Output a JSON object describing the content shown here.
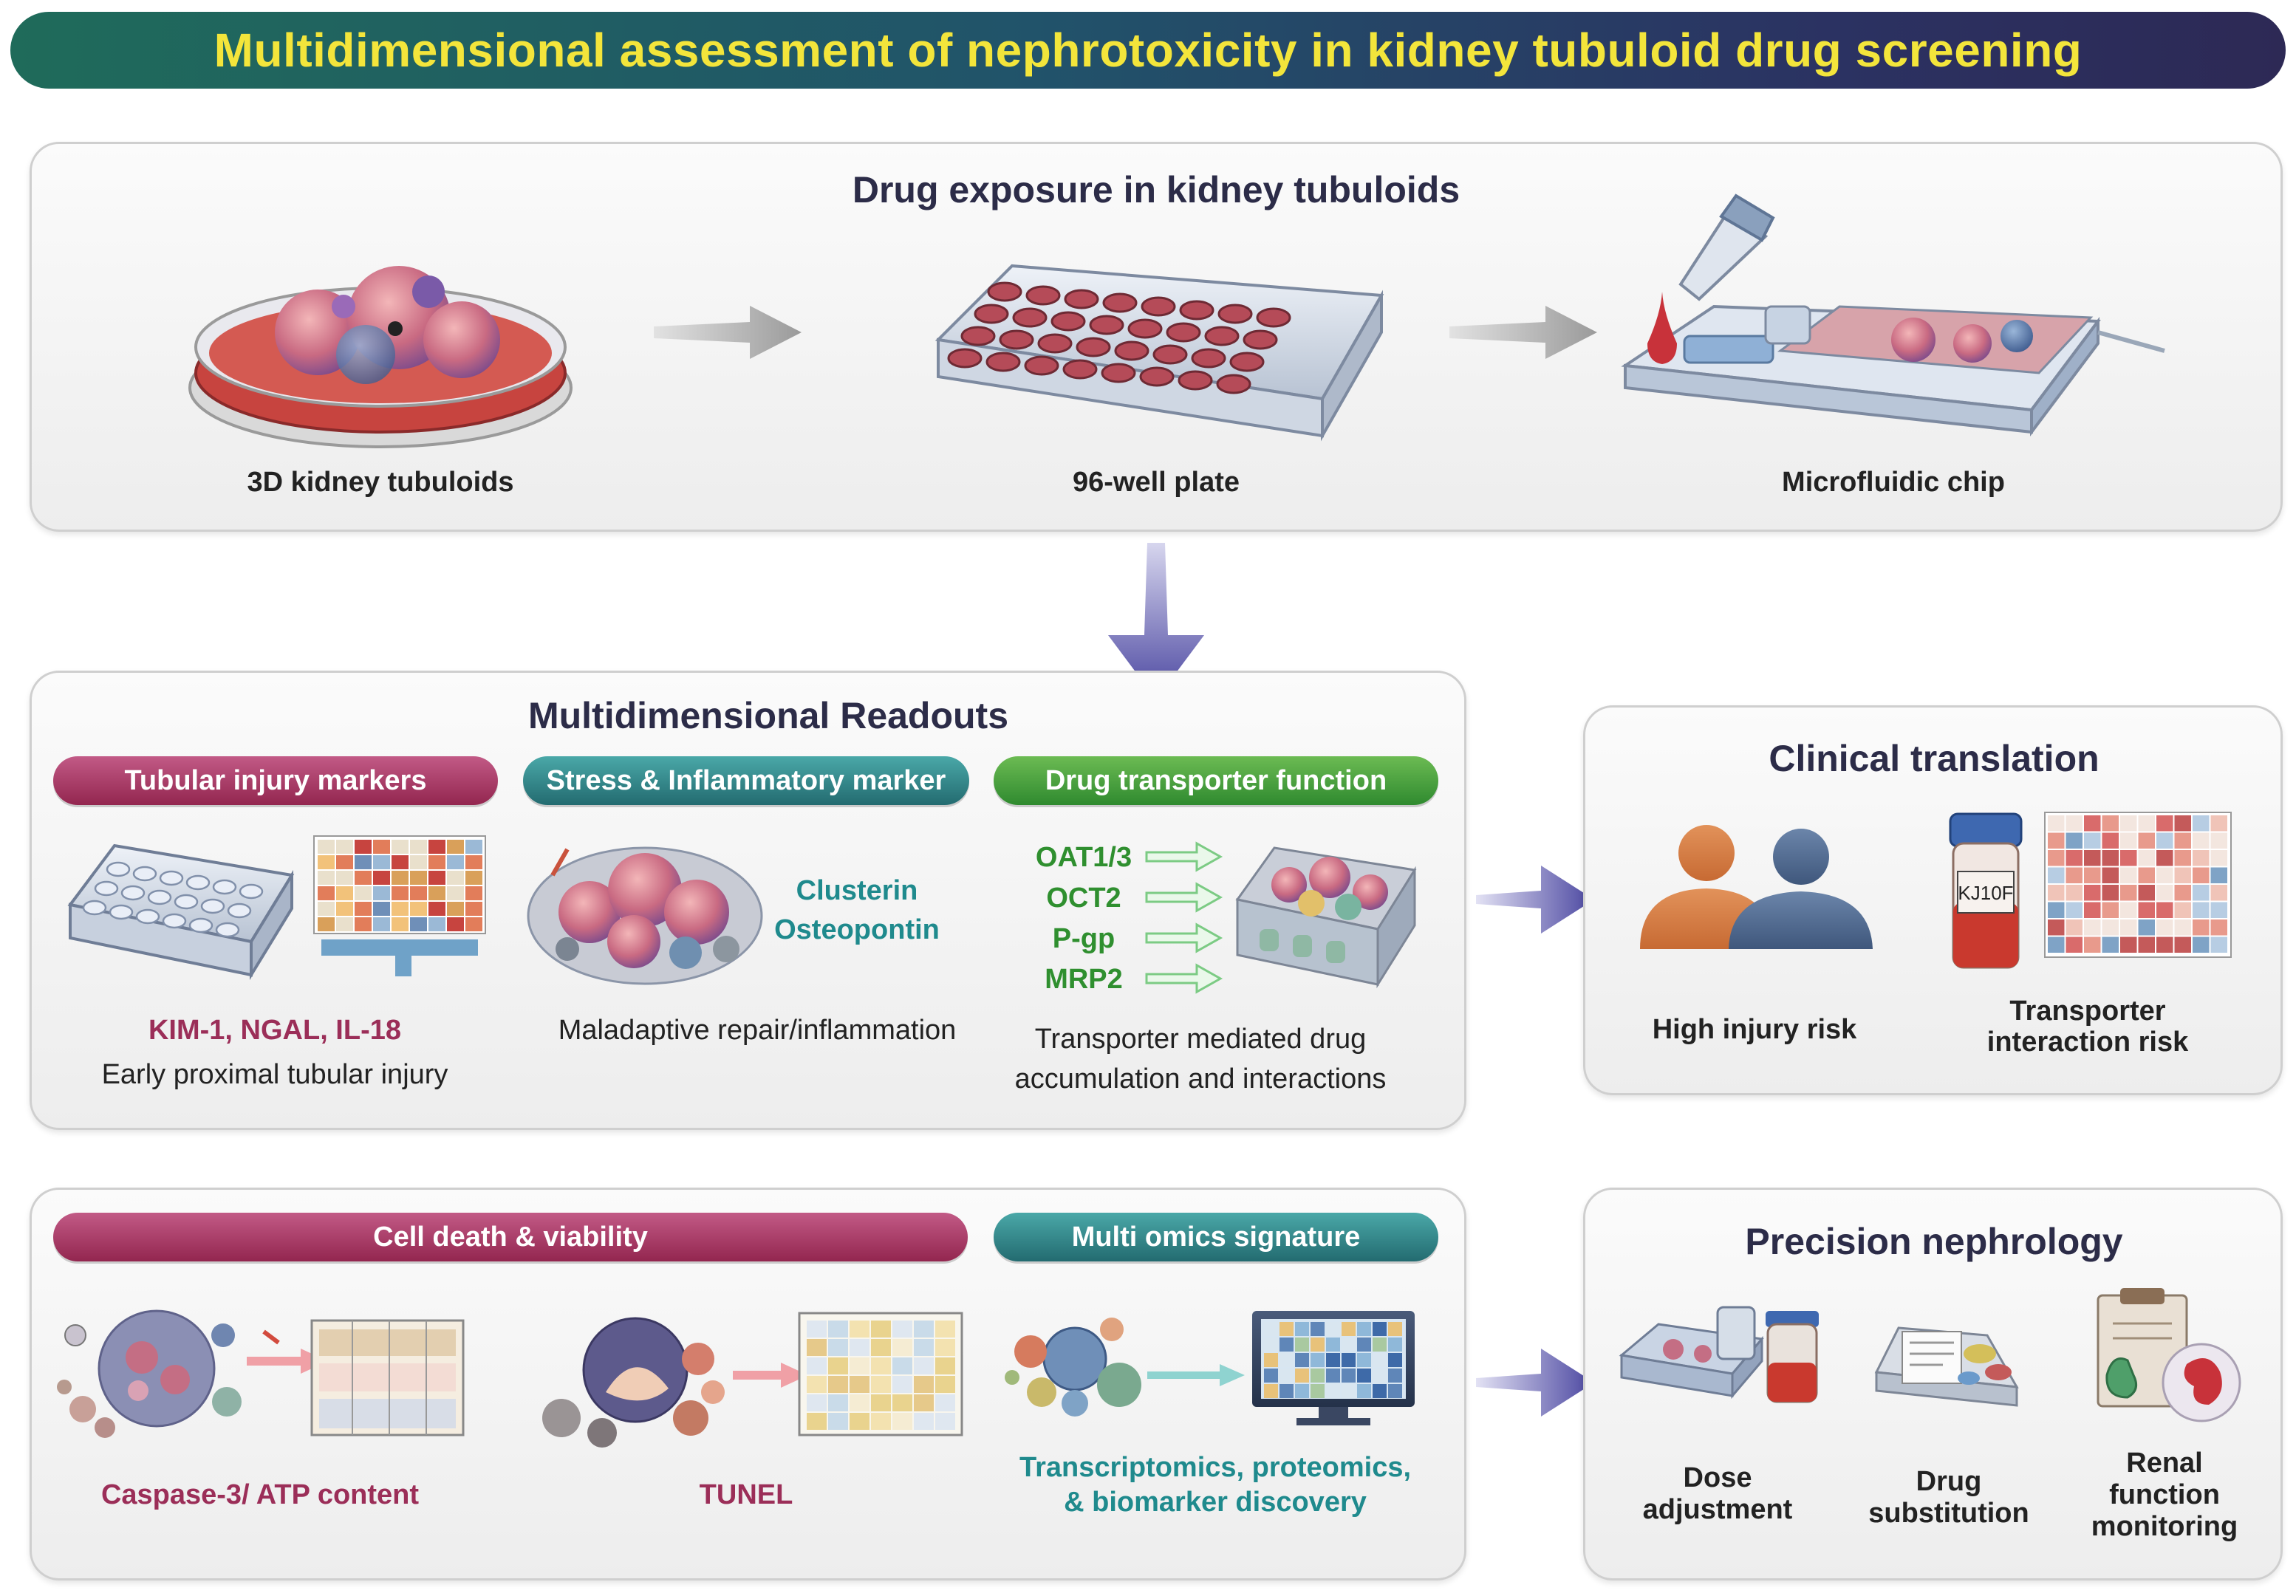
{
  "header": {
    "title": "Multidimensional assessment of nephrotoxicity in kidney tubuloid drug screening"
  },
  "exposure": {
    "title": "Drug exposure in kidney tubuloids",
    "steps": [
      "3D kidney tubuloids",
      "96-well plate",
      "Microfluidic chip"
    ]
  },
  "readouts": {
    "title": "Multidimensional Readouts",
    "tubular": {
      "label": "Tubular injury markers",
      "markers": "KIM-1, NGAL, IL-18",
      "caption": "Early proximal tubular injury"
    },
    "stress": {
      "label": "Stress & Inflammatory marker",
      "markers": [
        "Clusterin",
        "Osteopontin"
      ],
      "caption": "Maladaptive repair/inflammation"
    },
    "transporter": {
      "label": "Drug transporter function",
      "items": [
        "OAT1/3",
        "OCT2",
        "P-gp",
        "MRP2"
      ],
      "caption_line1": "Transporter mediated drug",
      "caption_line2": "accumulation and interactions"
    }
  },
  "viability": {
    "cell_death": {
      "label": "Cell death & viability",
      "items": [
        "Caspase-3/ ATP content",
        "TUNEL"
      ]
    },
    "omics": {
      "label": "Multi omics signature",
      "caption_line1": "Transcriptomics, proteomics,",
      "caption_line2": "& biomarker discovery"
    }
  },
  "clinical": {
    "title": "Clinical translation",
    "items": [
      {
        "lines": [
          "High injury risk"
        ]
      },
      {
        "lines": [
          "Transporter",
          "interaction risk"
        ]
      }
    ],
    "vial_text": "KJ10F"
  },
  "precision": {
    "title": "Precision nephrology",
    "items": [
      {
        "lines": [
          "Dose",
          "adjustment"
        ]
      },
      {
        "lines": [
          "Drug",
          "substitution"
        ]
      },
      {
        "lines": [
          "Renal",
          "function",
          "monitoring"
        ]
      }
    ]
  },
  "colors": {
    "banner_text": "#f3e53b",
    "magenta": "#9b2e58",
    "teal": "#1f8a8d",
    "green": "#2f8f2f",
    "arrow_purple": "#5a56a8"
  }
}
